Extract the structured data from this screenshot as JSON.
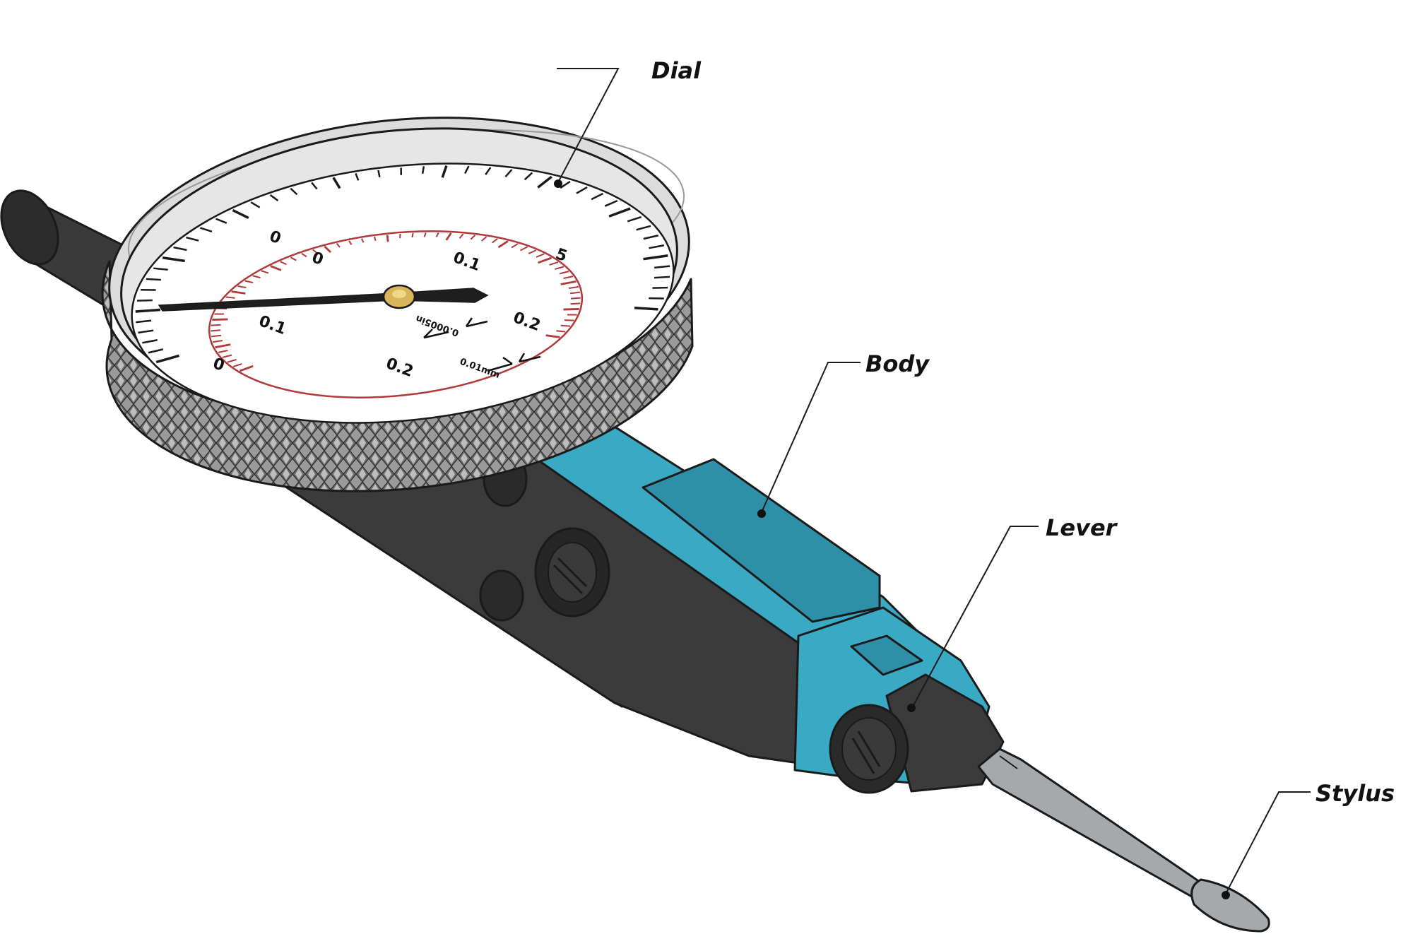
{
  "labels": {
    "dial": "Dial",
    "body": "Body",
    "lever": "Lever",
    "stylus": "Stylus"
  },
  "dial_face": {
    "outer_numbers": [
      "0",
      "5",
      "0"
    ],
    "inner_numbers": [
      "0",
      "0.1",
      "0.1",
      "0.2",
      "0.2"
    ],
    "unit_top": "0.0005in",
    "unit_bottom": "0.01mm"
  },
  "colors": {
    "body_blue": "#3aa9c4",
    "body_blue_dark": "#2e90a8",
    "body_dark": "#3b3b3b",
    "knurl_gray": "#8a8a8a",
    "inner_scale_red": "#b03a3a",
    "stylus_gray": "#a6a9ab",
    "pivot_gold": "#d9b45a"
  }
}
